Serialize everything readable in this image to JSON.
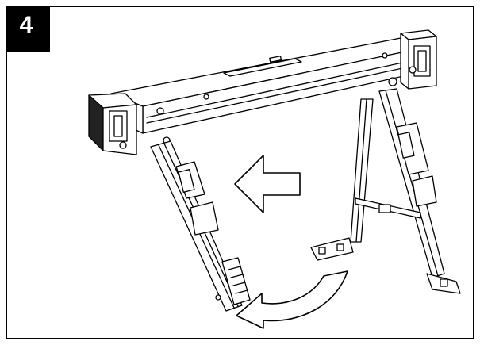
{
  "step": {
    "number": "4"
  },
  "illustration": {
    "subject": "sawhorse-folding-leg",
    "arrows": [
      "left-arrow",
      "curved-fold-arrow"
    ],
    "line_color": "#000000",
    "fill_color": "#ffffff",
    "shadow_color": "#222222"
  }
}
